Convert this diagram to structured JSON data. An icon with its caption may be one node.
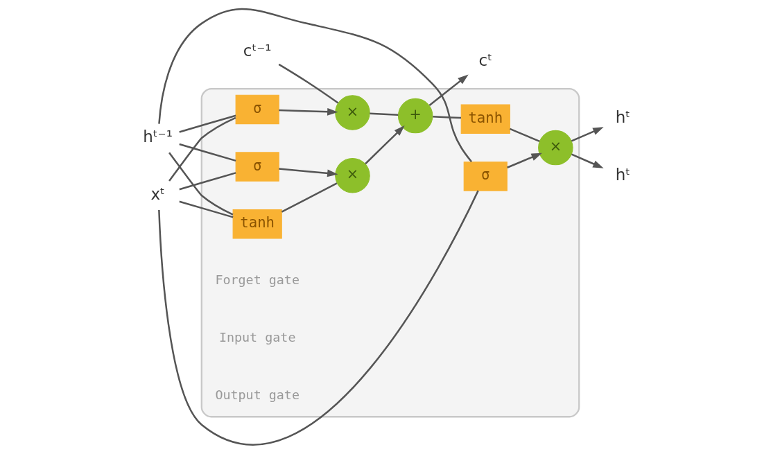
{
  "diagram": {
    "nodes": [
      {
        "text": [],
        "shape": "box"
      },
      {
        "text": [
          "cᵗ⁻¹"
        ]
      },
      {
        "text": [
          "hᵗ⁻¹"
        ]
      },
      {
        "text": [
          "xᵗ"
        ]
      },
      {
        "text": [
          "×"
        ],
        "in": 0
      },
      {
        "text": [
          "+"
        ],
        "in": 0
      },
      {
        "text": [
          "×"
        ],
        "in": 0
      },
      {
        "text": [
          "×"
        ],
        "in": 0
      },
      {
        "text": [
          "σ"
        ],
        "in": 0
      },
      {
        "text": [
          "σ"
        ],
        "in": 0
      },
      {
        "text": [
          "tanh"
        ],
        "in": 0
      },
      {
        "text": [
          "σ"
        ],
        "in": 0
      },
      {
        "text": [
          "tanh"
        ],
        "in": 0
      },
      {
        "text": [
          "cᵗ"
        ]
      },
      {
        "text": [
          "hᵗ"
        ]
      },
      {
        "text": [
          "hᵗ"
        ]
      }
    ],
    "edges": [
      {
        "from": 2,
        "to": 8,
        "arrow": "none"
      },
      {
        "from": 3,
        "to": 8,
        "arrow": "none"
      },
      {
        "from": 2,
        "to": 9,
        "arrow": "none"
      },
      {
        "from": 3,
        "to": 9,
        "arrow": "none"
      },
      {
        "from": 2,
        "to": 10,
        "arrow": "none"
      },
      {
        "from": 3,
        "to": 10,
        "arrow": "none"
      },
      {
        "from": 2,
        "to": 11,
        "arrow": "none"
      },
      {
        "from": 3,
        "to": 11,
        "arrow": "none"
      },
      {
        "from": 1,
        "to": 4,
        "arrow": "none"
      },
      {
        "from": 8,
        "to": 4,
        "arrow": "to"
      },
      {
        "from": 4,
        "to": 5,
        "arrow": "none"
      },
      {
        "from": 9,
        "to": 6,
        "arrow": "to"
      },
      {
        "from": 10,
        "to": 6,
        "arrow": "none"
      },
      {
        "from": 6,
        "to": 5,
        "arrow": "to"
      },
      {
        "from": 5,
        "to": 13,
        "arrow": "to"
      },
      {
        "from": 5,
        "to": 12,
        "arrow": "none"
      },
      {
        "from": 12,
        "to": 7,
        "arrow": "none"
      },
      {
        "from": 11,
        "to": 7,
        "arrow": "to"
      },
      {
        "from": 7,
        "to": 14,
        "arrow": "to"
      },
      {
        "from": 7,
        "to": 15,
        "arrow": "to"
      }
    ],
    "labels": [
      "Forget gate",
      "Input gate",
      "Output gate"
    ]
  }
}
